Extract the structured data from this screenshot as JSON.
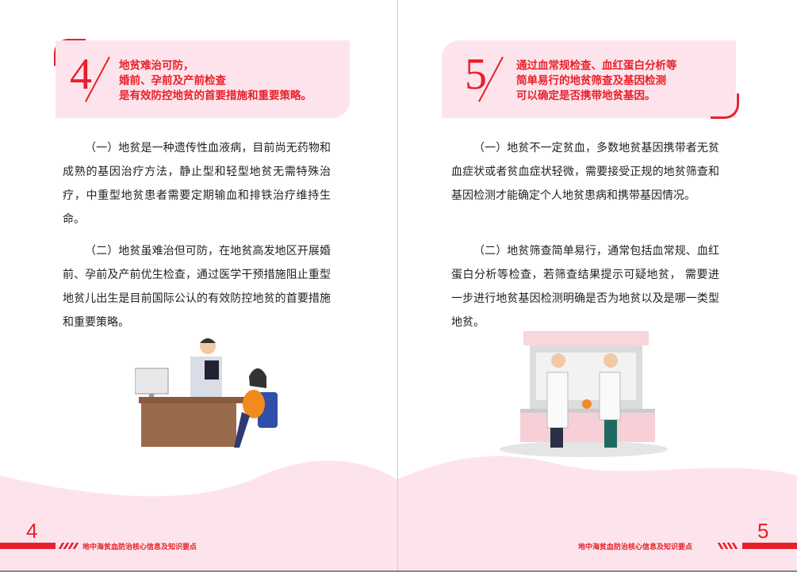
{
  "left": {
    "number": "4",
    "callout": [
      "地贫难治可防，",
      "婚前、孕前及产前检查",
      "是有效防控地贫的首要措施和重要策略。"
    ],
    "paragraphs": [
      "（一）地贫是一种遗传性血液病，目前尚无药物和成熟的基因治疗方法，静止型和轻型地贫无需特殊治疗，中重型地贫患者需要定期输血和排铁治疗维持生命。",
      "（二）地贫虽难治但可防，在地贫高发地区开展婚前、孕前及产前优生检查，通过医学干预措施阻止重型地贫儿出生是目前国际公认的有效防控地贫的首要措施和重要策略。"
    ],
    "page_number": "4",
    "footer": "地中海贫血防治核心信息及知识要点"
  },
  "right": {
    "number": "5",
    "callout": [
      "通过血常规检查、血红蛋白分析等",
      "简单易行的地贫筛查及基因检测",
      "可以确定是否携带地贫基因。"
    ],
    "paragraphs": [
      "（一）地贫不一定贫血，多数地贫基因携带者无贫血症状或者贫血症状轻微，需要接受正规的地贫筛查和基因检测才能确定个人地贫患病和携带基因情况。",
      "（二）地贫筛查简单易行，通常包括血常规、血红蛋白分析等检查，若筛查结果提示可疑地贫， 需要进一步进行地贫基因检测明确是否为地贫以及是哪一类型地贫。"
    ],
    "page_number": "5",
    "footer": "地中海贫血防治核心信息及知识要点"
  },
  "colors": {
    "accent": "#e8202a",
    "pink": "#fde4ec"
  }
}
